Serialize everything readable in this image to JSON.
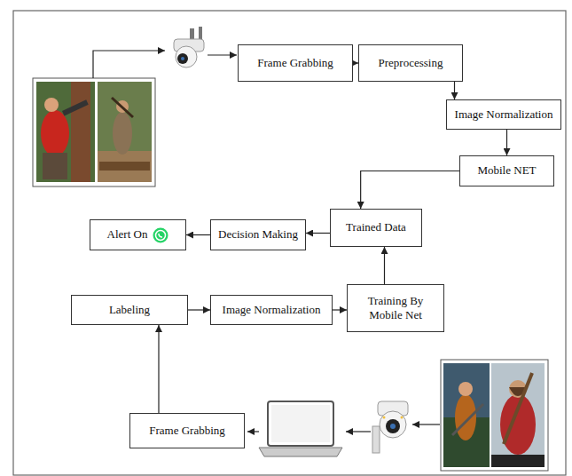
{
  "diagram": {
    "nodes": [
      {
        "text": [
          "Frame Grabbing"
        ]
      },
      {
        "text": [
          "Preprocessing"
        ]
      },
      {
        "text": [
          "Image Normalization"
        ]
      },
      {
        "text": [
          "Mobile NET"
        ]
      },
      {
        "text": [
          "Trained Data"
        ]
      },
      {
        "text": [
          "Decision Making"
        ]
      },
      {
        "text": [
          "Alert On"
        ]
      },
      {
        "text": [
          "Labeling"
        ]
      },
      {
        "text": [
          "Image Normalization"
        ]
      },
      {
        "text": [
          "Training By Mobile Net"
        ]
      },
      {
        "text": [
          "Frame Grabbing"
        ]
      }
    ],
    "edges": [
      {
        "from": 0,
        "to": 1,
        "arrow": "to"
      },
      {
        "from": 1,
        "to": 2,
        "arrow": "to"
      },
      {
        "from": 2,
        "to": 3,
        "arrow": "to"
      },
      {
        "from": 3,
        "to": 4,
        "arrow": "to"
      },
      {
        "from": 4,
        "to": 5,
        "arrow": "to"
      },
      {
        "from": 5,
        "to": 6,
        "arrow": "to"
      },
      {
        "from": 9,
        "to": 4,
        "arrow": "to"
      },
      {
        "from": 7,
        "to": 8,
        "arrow": "to"
      },
      {
        "from": 8,
        "to": 9,
        "arrow": "to"
      },
      {
        "from": 10,
        "to": 7,
        "arrow": "to"
      }
    ]
  }
}
